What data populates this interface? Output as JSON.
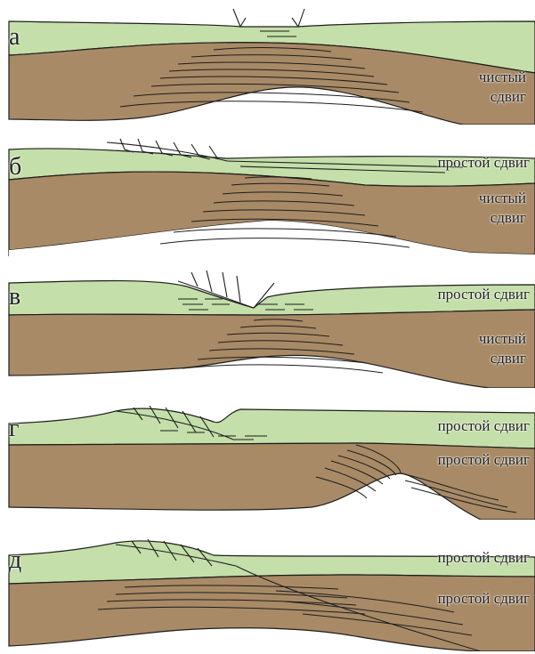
{
  "colors": {
    "upper_layer": "#c4dfa9",
    "lower_layer": "#a88a66",
    "outline": "#1d1d1d",
    "background": "#ffffff"
  },
  "panels": [
    {
      "letter": "а",
      "upper_label": "",
      "lower_label_1": "чистый",
      "lower_label_2": "сдвиг"
    },
    {
      "letter": "б",
      "upper_label": "простой сдвиг",
      "lower_label_1": "чистый",
      "lower_label_2": "сдвиг"
    },
    {
      "letter": "в",
      "upper_label": "простой сдвиг",
      "lower_label_1": "чистый",
      "lower_label_2": "сдвиг"
    },
    {
      "letter": "г",
      "upper_label": "простой сдвиг",
      "lower_label_1": "простой сдвиг",
      "lower_label_2": ""
    },
    {
      "letter": "д",
      "upper_label": "простой сдвиг",
      "lower_label_1": "простой сдвиг",
      "lower_label_2": ""
    }
  ]
}
